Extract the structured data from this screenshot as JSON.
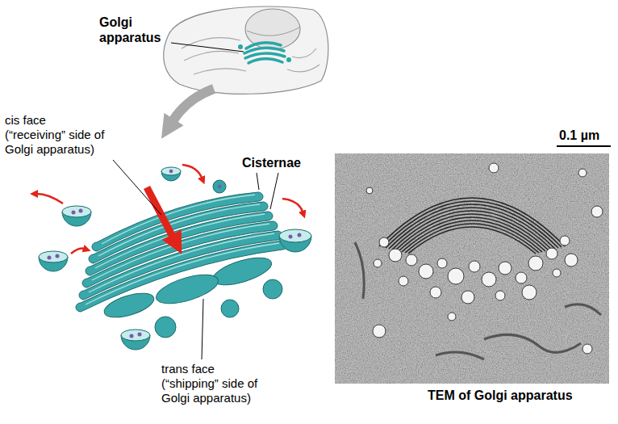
{
  "diagram": {
    "labels": [
      "Golgi apparatus",
      "cis face (“receiving” side of Golgi apparatus)",
      "Cisternae",
      "trans face (“shipping” side of Golgi apparatus)",
      "0.1 µm",
      "TEM of Golgi apparatus"
    ]
  }
}
